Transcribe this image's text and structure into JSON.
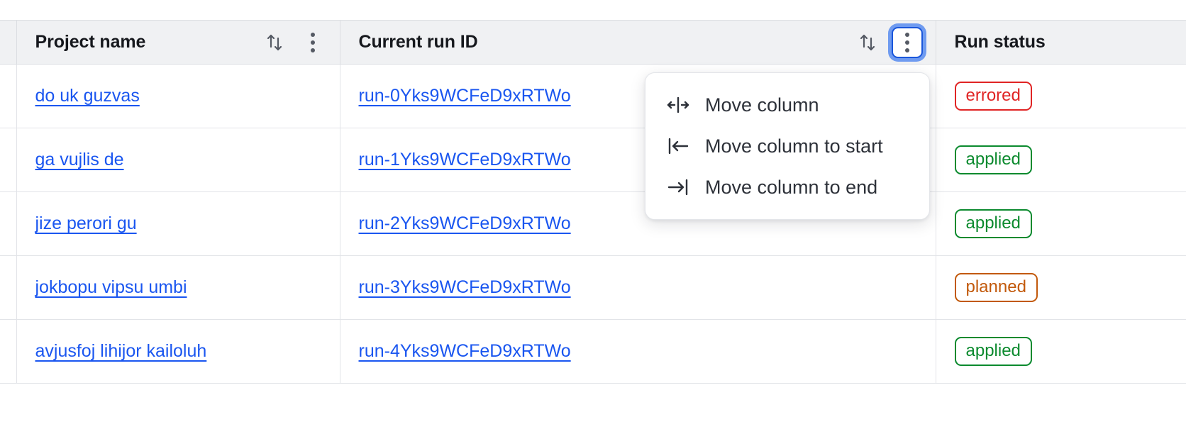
{
  "table": {
    "columns": [
      {
        "id": "select",
        "label": "",
        "sortable": false,
        "has_menu": false
      },
      {
        "id": "project_name",
        "label": "Project name",
        "sortable": true,
        "has_menu": true,
        "menu_focused": false
      },
      {
        "id": "current_run_id",
        "label": "Current run ID",
        "sortable": true,
        "has_menu": true,
        "menu_focused": true
      },
      {
        "id": "run_status",
        "label": "Run status",
        "sortable": true,
        "has_menu": false,
        "menu_focused": false
      }
    ],
    "rows": [
      {
        "project_name": "do uk guzvas",
        "current_run_id": "run-0Yks9WCFeD9xRTWo",
        "run_status": "errored",
        "status_kind": "errored"
      },
      {
        "project_name": "ga vujlis de",
        "current_run_id": "run-1Yks9WCFeD9xRTWo",
        "run_status": "applied",
        "status_kind": "applied"
      },
      {
        "project_name": "jize perori gu",
        "current_run_id": "run-2Yks9WCFeD9xRTWo",
        "run_status": "applied",
        "status_kind": "applied"
      },
      {
        "project_name": "jokbopu vipsu umbi",
        "current_run_id": "run-3Yks9WCFeD9xRTWo",
        "run_status": "planned",
        "status_kind": "planned"
      },
      {
        "project_name": "avjusfoj lihijor kailoluh",
        "current_run_id": "run-4Yks9WCFeD9xRTWo",
        "run_status": "applied",
        "status_kind": "applied"
      }
    ]
  },
  "column_menu": {
    "open_for_column": "Current run ID",
    "items": [
      {
        "label": "Move column",
        "icon": "move-column-icon"
      },
      {
        "label": "Move column to start",
        "icon": "move-column-to-start-icon"
      },
      {
        "label": "Move column to end",
        "icon": "move-column-to-end-icon"
      }
    ]
  },
  "icons": {
    "sort": "sort-arrows-icon",
    "column_menu": "column-menu-kebab-icon"
  },
  "colors": {
    "link": "#1a56f0",
    "focus_ring": "#6f9bf0",
    "focus_border": "#1a56db",
    "header_bg": "#f0f1f3",
    "border": "#e2e4e8",
    "status_errored": "#e02424",
    "status_applied": "#0b8a2e",
    "status_planned": "#c2590b"
  }
}
